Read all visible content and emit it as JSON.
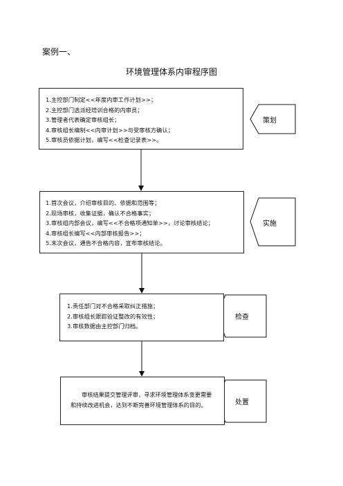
{
  "header": {
    "case_label": "案例一、",
    "title": "环境管理体系内审程序图"
  },
  "steps": [
    {
      "phase": "策划",
      "lines": [
        "1.主控部门制定<<年度内审工作计划>>；",
        "2.主控部门选派经培训合格的内审员；",
        "3.管理者代表确定审核组长；",
        "4.审核组长编制<<内审计划>>与受审核方确认；",
        "5.审核员依据计划，编写<<检查记录表>>。"
      ]
    },
    {
      "phase": "实施",
      "lines": [
        "1.首次会议，介绍审核目的、依据和范围等；",
        "2.现场审核，收集证据，确认不合格事实；",
        "3.审核组内部会议，编写<<不合格项通知单>>，讨论审核结论；",
        "4.审核组长编写<<内部审核报告>>；",
        "5.末次会议，通告不合格内容，宣布审核结论。"
      ]
    },
    {
      "phase": "检查",
      "lines": [
        "1.责任部门对不合格采取纠正措施；",
        "2.审核组长跟踪验证整改的有效性；",
        "3.审核数据由主控部门归档。"
      ]
    },
    {
      "phase": "处置",
      "text": "审核结果提交管理评审，寻求环境管理体系变更需要和持续改进机会，达到不断完善环境管理体系的目的。"
    }
  ]
}
